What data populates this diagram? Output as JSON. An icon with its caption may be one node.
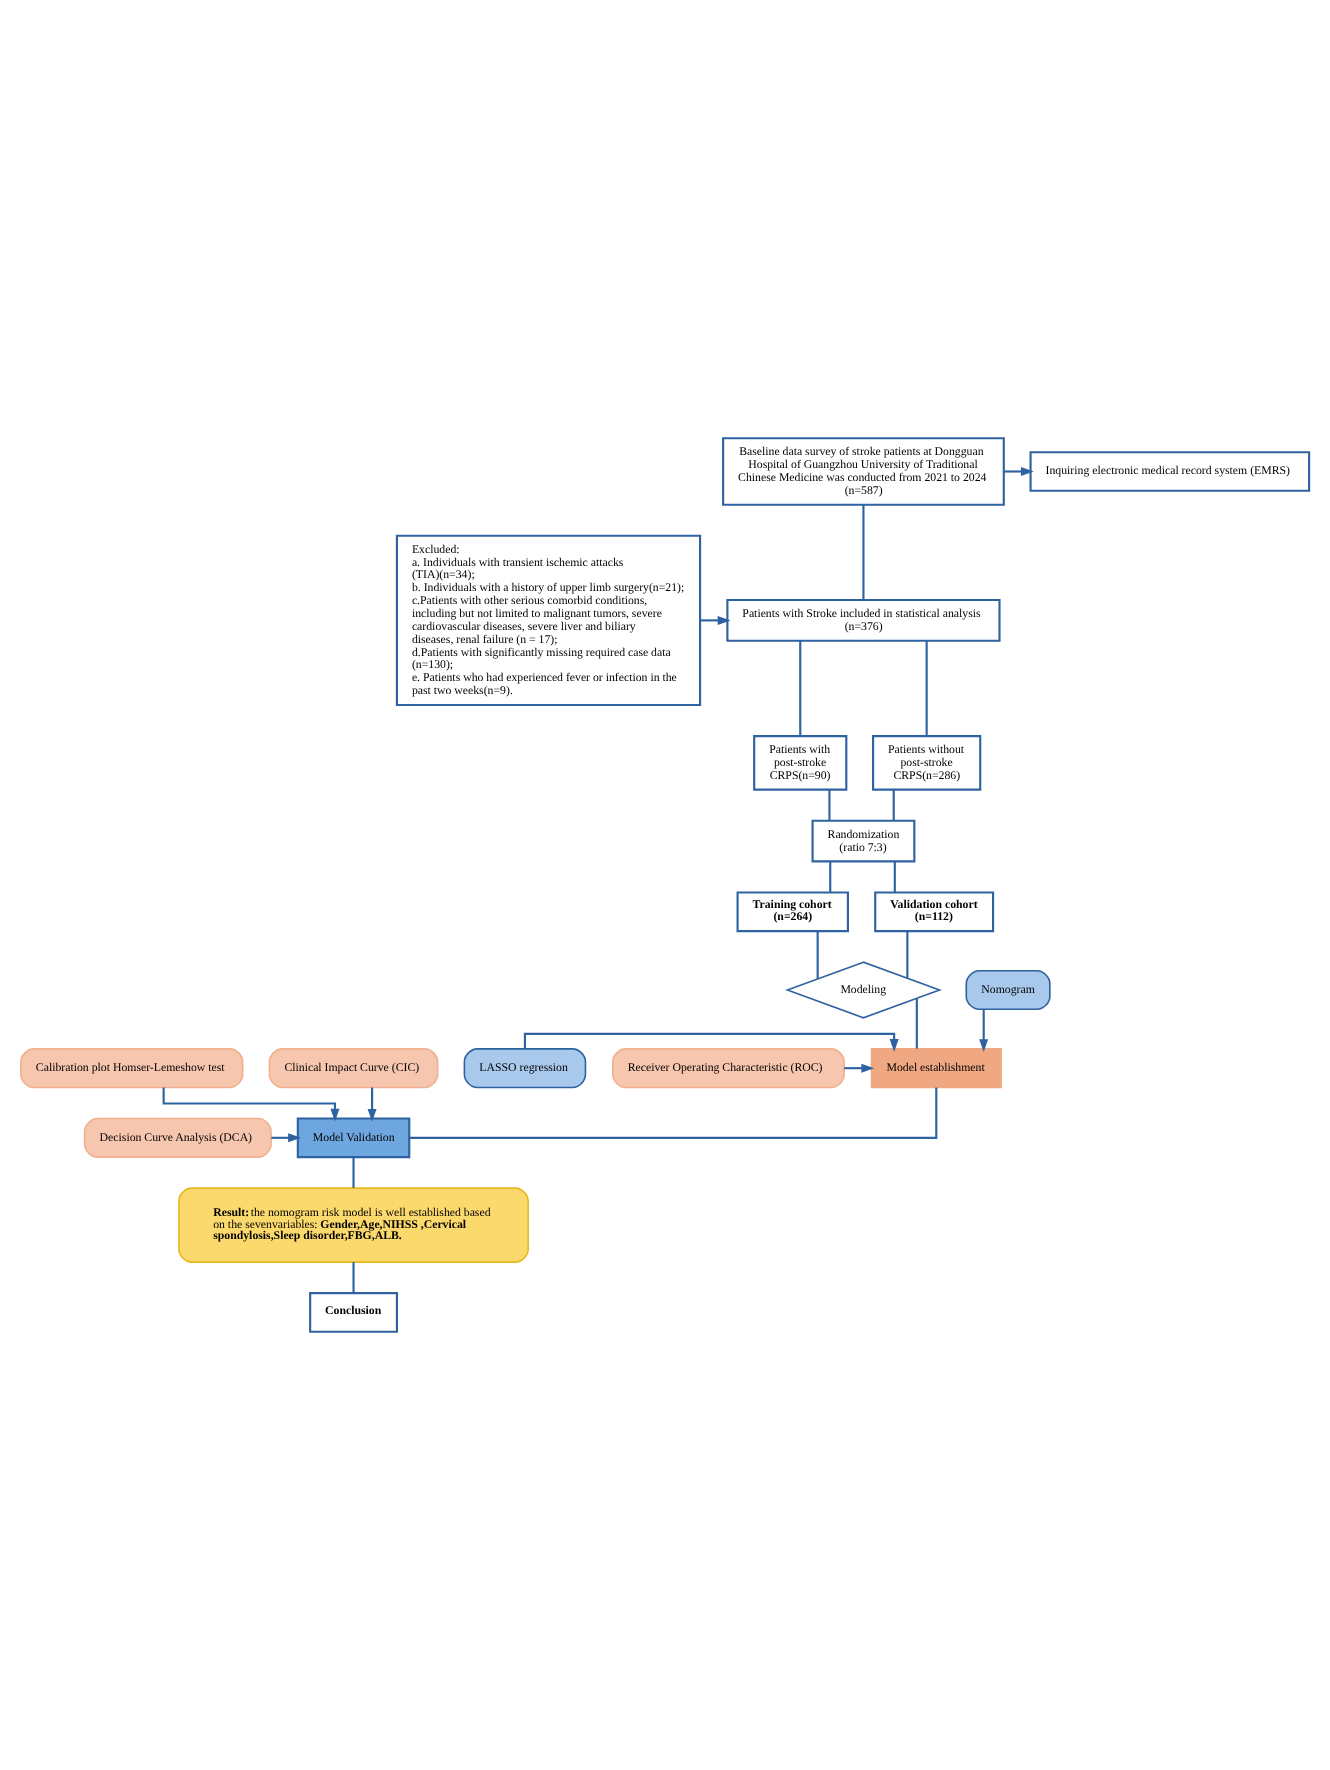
{
  "diagram": {
    "nodes": [
      {
        "text": [
          "Baseline data survey of stroke patients at Dongguan Hospital of Guangzhou University of Traditional Chinese Medicine was conducted from 2021 to 2024",
          "(n=587)"
        ]
      },
      {
        "text": [
          "Inquiring electronic medical record system (EMRS)"
        ]
      },
      {
        "text": [
          "Excluded:",
          "a. Individuals with transient ischemic attacks (TIA)(n=34);",
          "b. Individuals with a history of upper limb surgery(n=21);",
          "c.Patients with other serious comorbid conditions, including but not limited to malignant tumors, severe cardiovascular diseases, severe liver and biliary diseases, renal failure (n = 17);",
          "d.Patients with significantly missing required case data (n=130);",
          "e. Patients who had experienced fever or infection in the past two weeks(n=9)."
        ]
      },
      {
        "text": [
          "Patients with Stroke included in statistical analysis",
          "(n=376)"
        ]
      },
      {
        "text": [
          "Patients with post-stroke CRPS(n=90)"
        ]
      },
      {
        "text": [
          "Patients without post-stroke CRPS(n=286)"
        ]
      },
      {
        "text": [
          "Randomization",
          "(ratio 7:3)"
        ]
      },
      {
        "text": [
          "Training cohort",
          "(n=264)"
        ]
      },
      {
        "text": [
          "Validation cohort",
          "(n=112)"
        ]
      },
      {
        "text": [
          "Modeling"
        ]
      },
      {
        "text": [
          "LASSO regression"
        ]
      },
      {
        "text": [
          "Model establishment"
        ]
      },
      {
        "text": [
          "Nomogram"
        ]
      },
      {
        "text": [
          "Receiver Operating Characteristic (ROC)"
        ]
      },
      {
        "text": [
          "Model Validation"
        ]
      },
      {
        "text": [
          "Calibration plot Homser-Lemeshow test"
        ]
      },
      {
        "text": [
          "Decision Curve Analysis (DCA)"
        ]
      },
      {
        "text": [
          "Clinical Impact Curve (CIC)"
        ]
      },
      {
        "text": [
          "**Result:**the nomogram risk model is well established based on the sevenvariables:**Gender,Age,NIHSS ,Cervical spondylosis,Sleep disorder,FBG,ALB.**"
        ]
      },
      {
        "text": [
          "Conclusion"
        ]
      }
    ],
    "edges": [
      {
        "from": 0,
        "to": 1,
        "arrow": "to"
      },
      {
        "from": 0,
        "to": 3,
        "arrow": "none"
      },
      {
        "from": 2,
        "to": 3,
        "arrow": "to"
      },
      {
        "from": 3,
        "to": 4,
        "arrow": "none"
      },
      {
        "from": 3,
        "to": 5,
        "arrow": "none"
      },
      {
        "from": 4,
        "to": 6,
        "arrow": "none"
      },
      {
        "from": 5,
        "to": 6,
        "arrow": "none"
      },
      {
        "from": 6,
        "to": 7,
        "arrow": "none"
      },
      {
        "from": 6,
        "to": 8,
        "arrow": "none"
      },
      {
        "from": 7,
        "to": 9,
        "arrow": "none"
      },
      {
        "from": 8,
        "to": 9,
        "arrow": "none"
      },
      {
        "from": 9,
        "to": 11,
        "arrow": "none"
      },
      {
        "from": 10,
        "to": 11,
        "arrow": "to"
      },
      {
        "from": 12,
        "to": 11,
        "arrow": "to"
      },
      {
        "from": 13,
        "to": 11,
        "arrow": "to"
      },
      {
        "from": 11,
        "to": 14,
        "arrow": "none"
      },
      {
        "from": 15,
        "to": 14,
        "arrow": "to"
      },
      {
        "from": 16,
        "to": 14,
        "arrow": "to"
      },
      {
        "from": 17,
        "to": 14,
        "arrow": "to"
      },
      {
        "from": 14,
        "to": 18,
        "arrow": "none"
      },
      {
        "from": 18,
        "to": 19,
        "arrow": "none"
      }
    ]
  }
}
